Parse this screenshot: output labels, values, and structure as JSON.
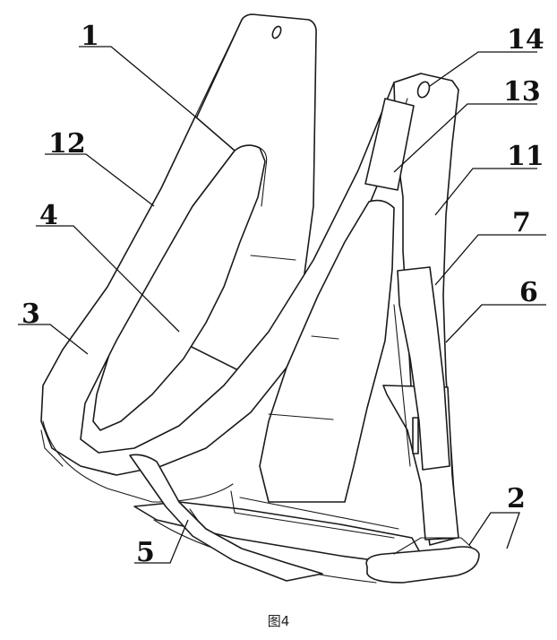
{
  "caption": "图4",
  "callouts": {
    "n1": "1",
    "n2": "2",
    "n3": "3",
    "n4": "4",
    "n5": "5",
    "n6": "6",
    "n7": "7",
    "n11": "11",
    "n12": "12",
    "n13": "13",
    "n14": "14"
  },
  "colors": {
    "line": "#1a1a1a",
    "background": "#ffffff"
  }
}
